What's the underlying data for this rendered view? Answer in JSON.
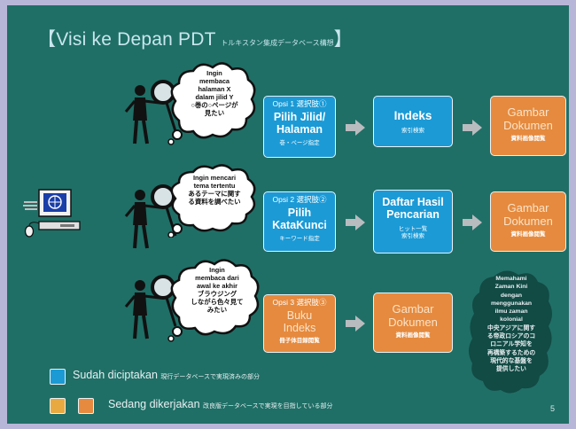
{
  "title": {
    "main": "【Visi ke Depan PDT",
    "sub": "トルキスタン集成データベース構想",
    "close": "】"
  },
  "rows": [
    {
      "bubble": [
        "Ingin",
        "membaca",
        "halaman  X",
        "dalam  jilid Y",
        "○巻の○ページが",
        "見たい"
      ],
      "step1": {
        "tag": "Opsi 1 選択肢①",
        "main": [
          "Pilih Jilid/",
          "Halaman"
        ],
        "small": "巻・ページ指定"
      },
      "step2": {
        "main": [
          "Indeks"
        ],
        "small": "索引検索"
      },
      "step3": {
        "main": [
          "Gambar",
          "Dokumen"
        ],
        "small": "資料画像閲覧"
      }
    },
    {
      "bubble": [
        "Ingin mencari",
        "tema tertentu",
        "あるテーマに関す",
        "る資料を調べたい"
      ],
      "step1": {
        "tag": "Opsi 2 選択肢②",
        "main": [
          "Pilih",
          "KataKunci"
        ],
        "small": "キーワード指定"
      },
      "step2": {
        "main": [
          "Daftar Hasil",
          "Pencarian"
        ],
        "small": [
          "ヒット一覧",
          "索引検索"
        ]
      },
      "step3": {
        "main": [
          "Gambar",
          "Dokumen"
        ],
        "small": "資料画像閲覧"
      }
    },
    {
      "bubble": [
        "Ingin",
        "membaca dari",
        "awal ke akhir",
        "ブラウジング",
        "しながら色々見て",
        "みたい"
      ],
      "step1": {
        "tag": "Opsi 3 選択肢③",
        "main": [
          "Buku",
          "Indeks"
        ],
        "small": "冊子体目録閲覧"
      },
      "step2": {
        "main": [
          "Gambar",
          "Dokumen"
        ],
        "small": "資料画像閲覧"
      }
    }
  ],
  "cloud": [
    "Memahami",
    "Zaman  Kini",
    "dengan",
    "menggunakan",
    "ilmu   zaman",
    "kolonial",
    "中央アジアに関す",
    "る帝政ロシアのコ",
    "ロニアル学知を",
    "再構築するための",
    "現代的な基盤を",
    "提供したい"
  ],
  "legend": {
    "done": {
      "label": "Sudah diciptakan",
      "jp": "現行データベースで実現済みの部分"
    },
    "progress": {
      "label": "Sedang dikerjakan",
      "jp": "改良版データベースで実現を目指している部分"
    }
  },
  "page_number": "5",
  "colors": {
    "background": "#1f6f66",
    "blue": "#1b9ad6",
    "orange": "#e58a3e",
    "arrow": "#b9bcbf"
  },
  "icons": [
    "computer-icon",
    "person-magnifier-icon",
    "thought-bubble-icon",
    "arrow-icon",
    "cloud-icon"
  ]
}
